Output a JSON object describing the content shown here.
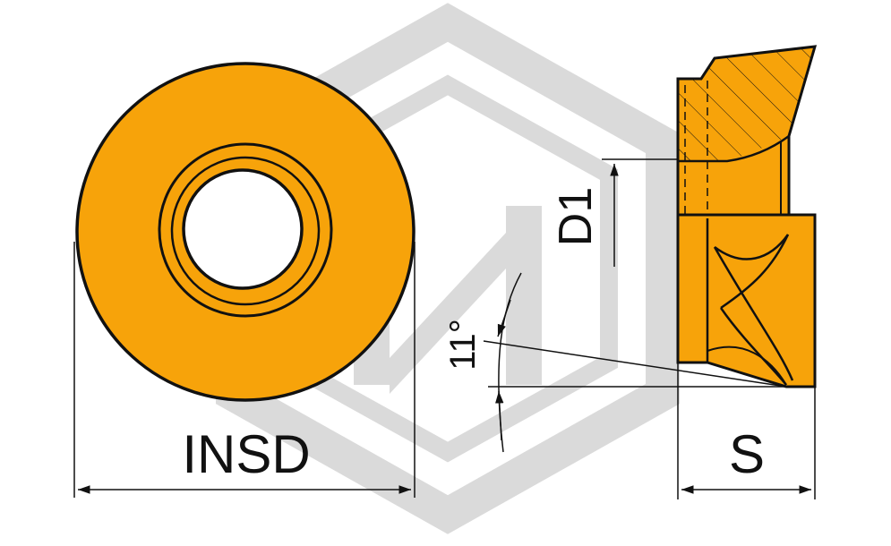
{
  "colors": {
    "insert_fill": "#f7a30a",
    "outline": "#111111",
    "watermark": "#bdbdbd",
    "background": "#ffffff"
  },
  "labels": {
    "insd": "INSD",
    "d1": "D1",
    "s": "S",
    "angle": "11°"
  },
  "watermark": {
    "shape": "hexagon-logo",
    "icon": "hexagon-watermark-icon"
  }
}
